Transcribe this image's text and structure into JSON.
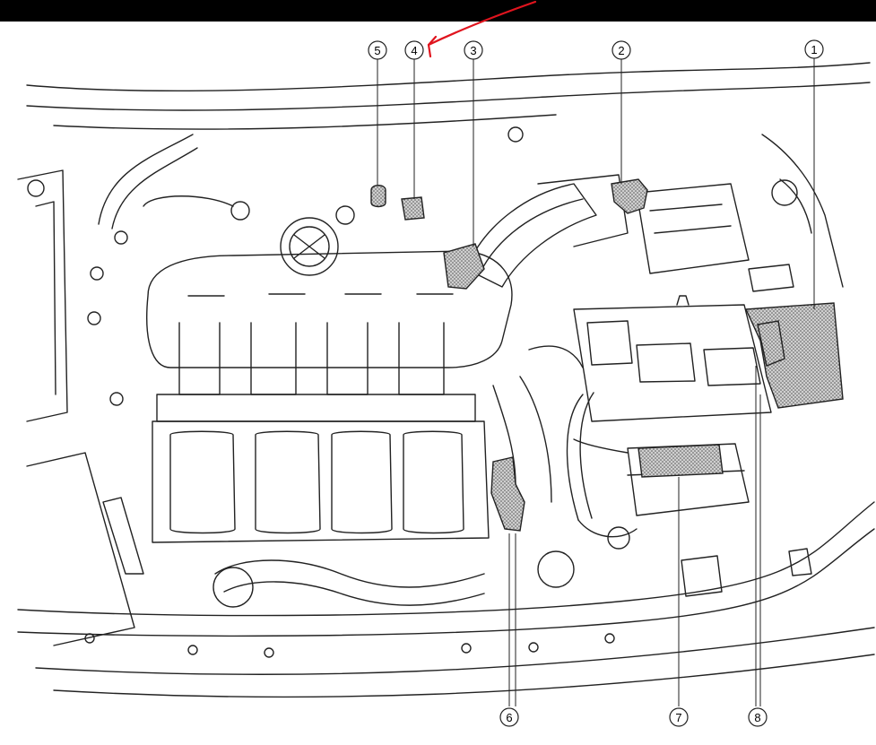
{
  "callouts": [
    {
      "id": "c1",
      "label": "1"
    },
    {
      "id": "c2",
      "label": "2"
    },
    {
      "id": "c3",
      "label": "3"
    },
    {
      "id": "c4",
      "label": "4"
    },
    {
      "id": "c5",
      "label": "5"
    },
    {
      "id": "c6",
      "label": "6"
    },
    {
      "id": "c7",
      "label": "7"
    },
    {
      "id": "c8",
      "label": "8"
    }
  ],
  "colors": {
    "line": "#222222",
    "component_fill": "#9a9a9a",
    "highlight_arrow": "#e0141e",
    "top_bar": "#000000"
  }
}
